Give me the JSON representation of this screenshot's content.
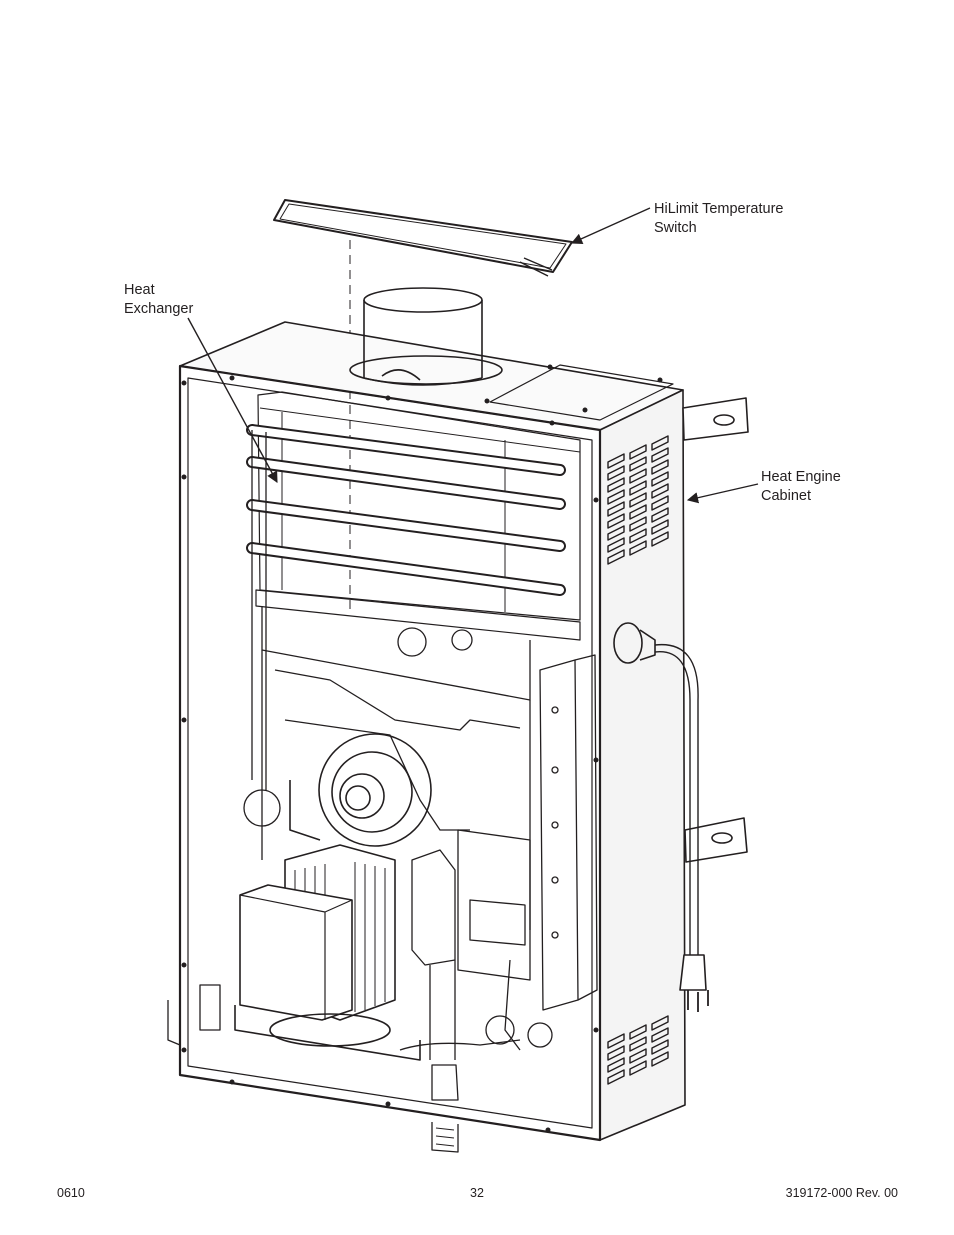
{
  "labels": {
    "hilimit": "HiLimit Temperature\nSwitch",
    "heat_exchanger": "Heat\nExchanger",
    "cabinet": "Heat Engine\nCabinet"
  },
  "footer": {
    "left": "0610",
    "page": "32",
    "doc_number": "319172-000 Rev. 00"
  }
}
